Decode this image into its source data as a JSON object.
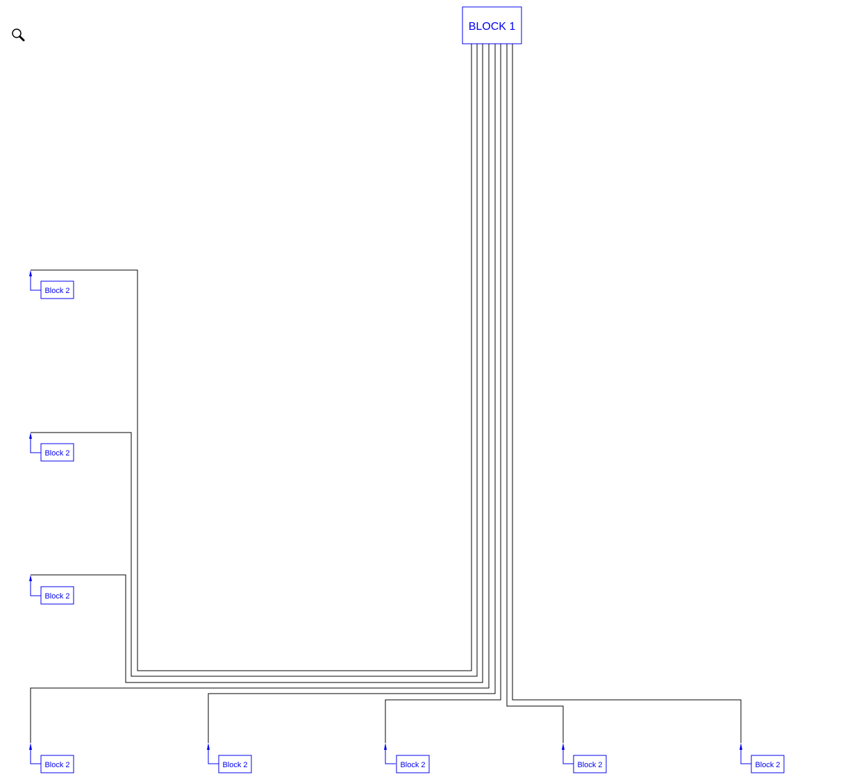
{
  "toolbar": {
    "zoom_icon": "magnifier-icon"
  },
  "colors": {
    "block_stroke": "#0000ee",
    "block_text": "#0000ee",
    "wire": "#000000",
    "background": "#ffffff"
  },
  "source_block": {
    "label": "BLOCK 1"
  },
  "target_blocks": [
    {
      "label": "Block 2"
    },
    {
      "label": "Block 2"
    },
    {
      "label": "Block 2"
    },
    {
      "label": "Block 2"
    },
    {
      "label": "Block 2"
    },
    {
      "label": "Block 2"
    },
    {
      "label": "Block 2"
    },
    {
      "label": "Block 2"
    }
  ]
}
